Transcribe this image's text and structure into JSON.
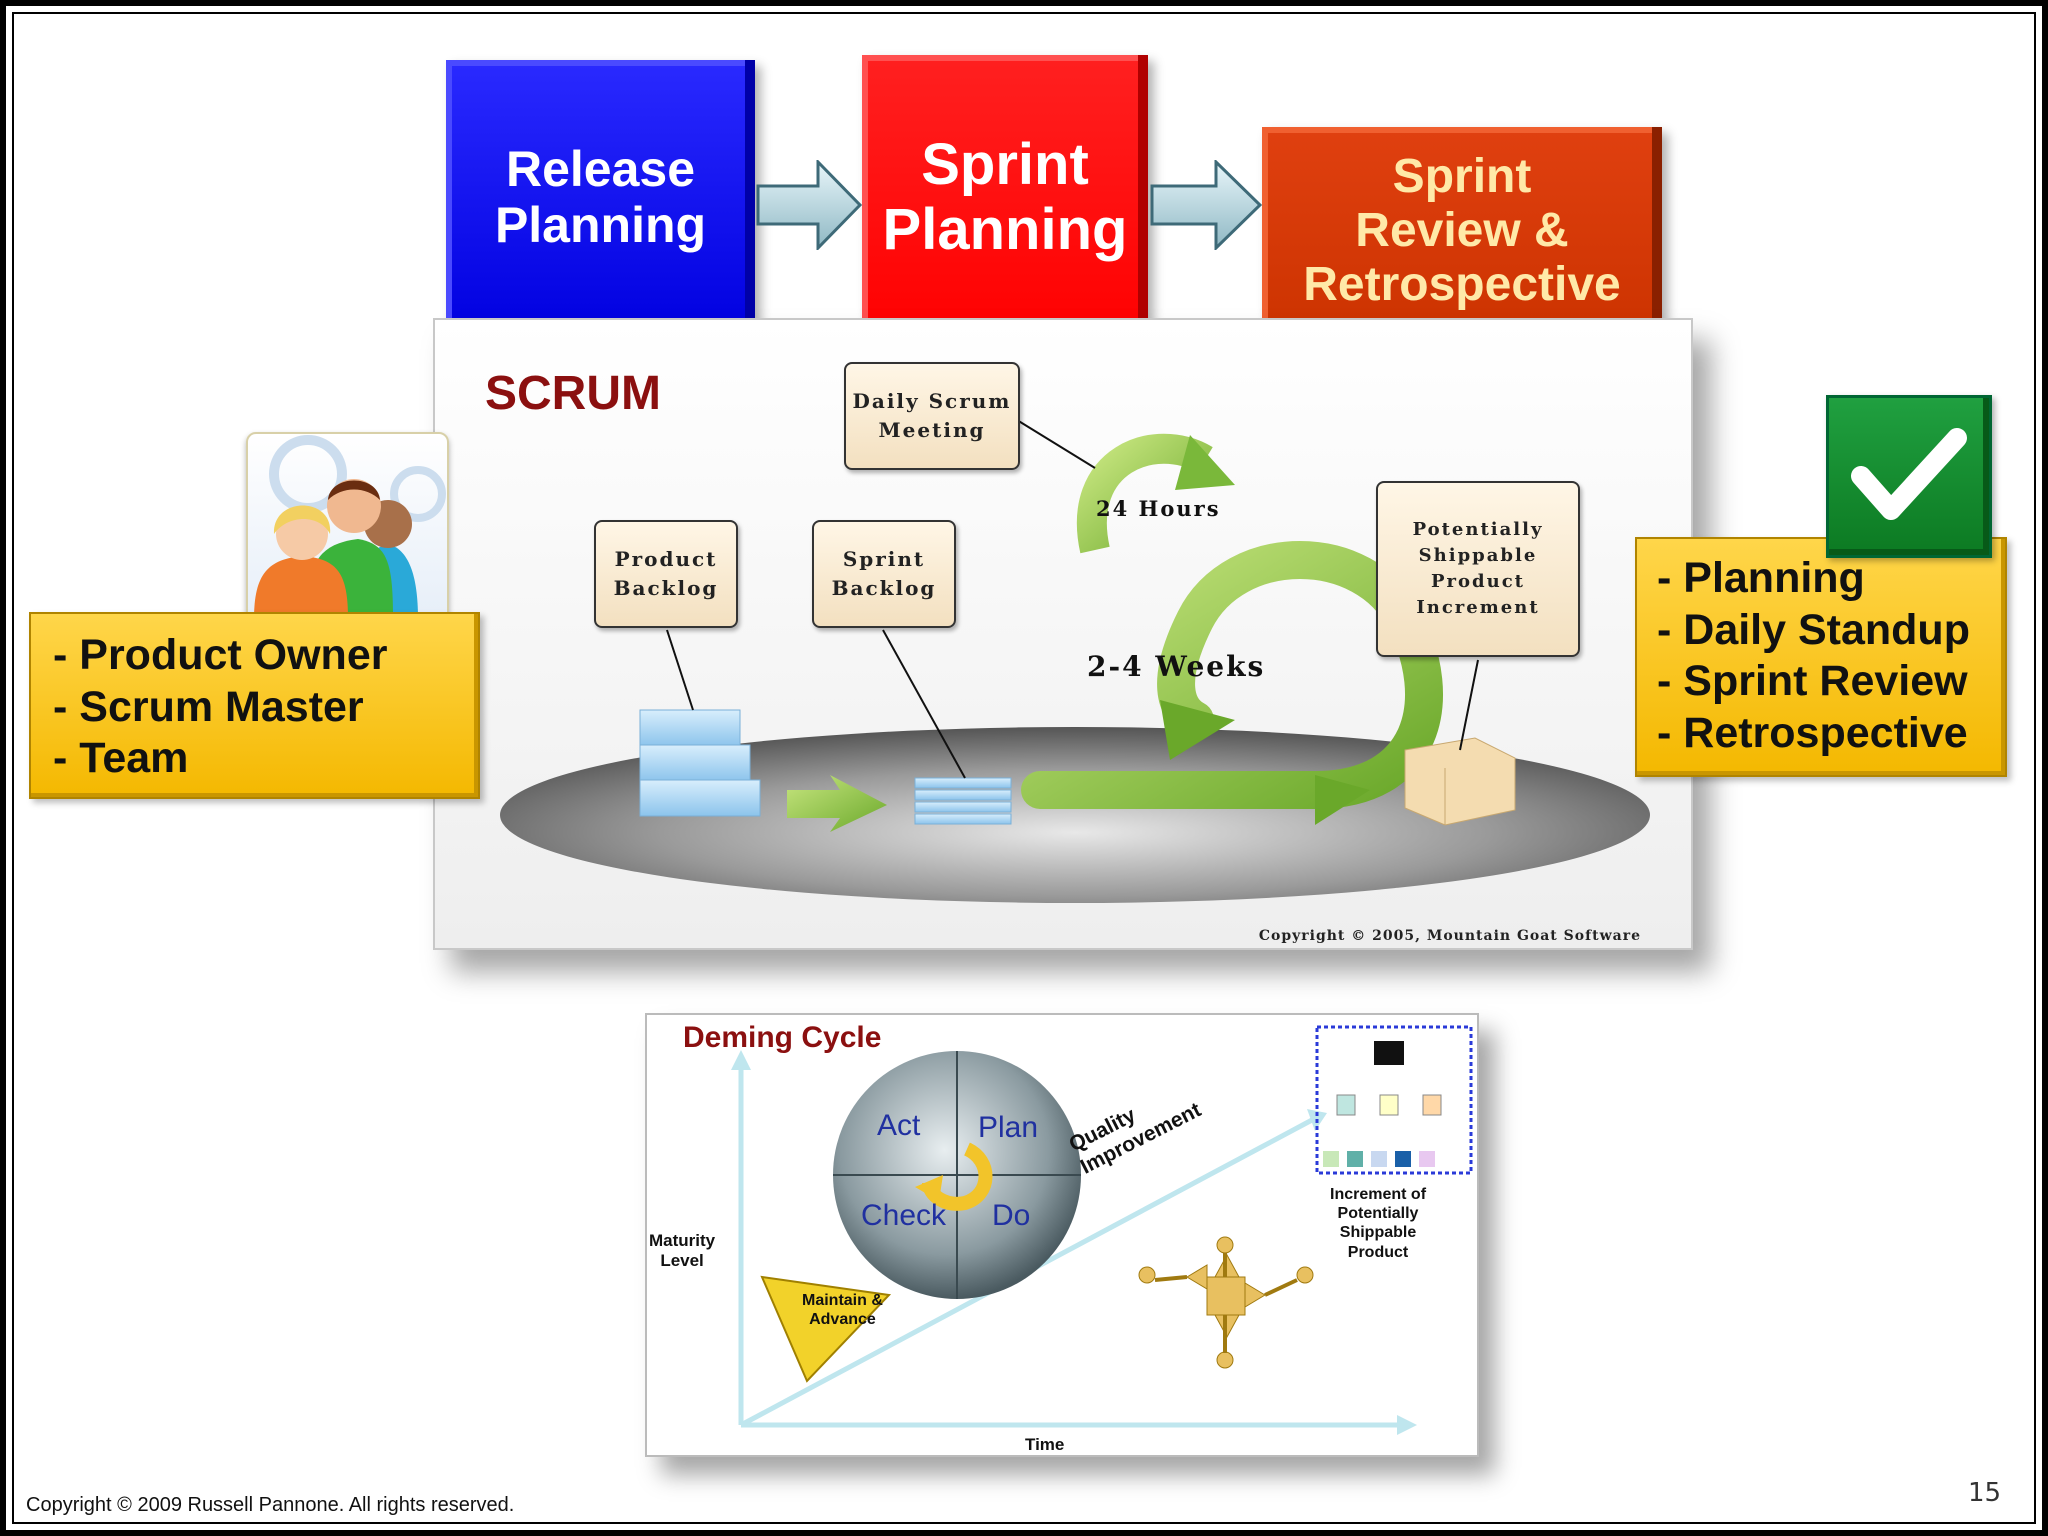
{
  "phases": {
    "release": "Release\nPlanning",
    "sprint": "Sprint\nPlanning",
    "review": "Sprint\nReview &\nRetrospective"
  },
  "scrum": {
    "title": "SCRUM",
    "daily_scrum": "Daily Scrum\nMeeting",
    "product_backlog": "Product\nBacklog",
    "sprint_backlog": "Sprint\nBacklog",
    "hours": "24 Hours",
    "weeks": "2-4 Weeks",
    "increment": "Potentially\nShippable\nProduct\nIncrement",
    "copyright": "Copyright © 2005, Mountain Goat Software"
  },
  "roles": [
    "- Product Owner",
    "- Scrum Master",
    "- Team"
  ],
  "events": [
    "- Planning",
    "- Daily Standup",
    "- Sprint Review",
    "- Retrospective"
  ],
  "deming": {
    "title": "Deming Cycle",
    "act": "Act",
    "plan": "Plan",
    "check": "Check",
    "do": "Do",
    "quality": "Quality\nImprovement",
    "maturity": "Maturity\nLevel",
    "maintain": "Maintain &\nAdvance",
    "increment": "Increment of\nPotentially\nShippable\nProduct",
    "time": "Time"
  },
  "footer": {
    "copyright": "Copyright © 2009 Russell Pannone. All rights reserved.",
    "page": "15"
  },
  "colors": {
    "release": "#0000e0",
    "sprint": "#ff0000",
    "review": "#cc3300",
    "yellow": "#f4b800",
    "title_red": "#8b1010",
    "green": "#8cc63f"
  }
}
